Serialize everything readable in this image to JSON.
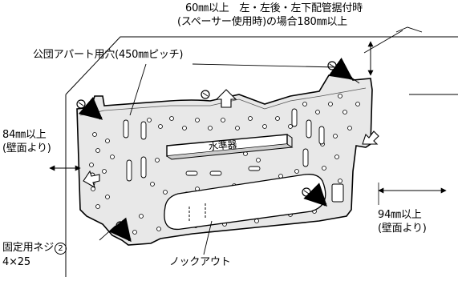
{
  "labels": {
    "clearance_top_line1": "60㎜以上　左・左後・左下配管据付時",
    "clearance_top_line2": "(スペーサー使用時)の場合180㎜以上",
    "housing_hole": "公団アパート用穴(450㎜ピッチ)",
    "clearance_left_line1": "84㎜以上",
    "clearance_left_line2": "(壁面より)",
    "clearance_right_line1": "94㎜以上",
    "clearance_right_line2": "(壁面より)",
    "level_label": "水準器",
    "screw_label": "固定用ネジ",
    "screw_number": "②",
    "screw_size": "4×25",
    "knockout_label": "ノックアウト"
  }
}
